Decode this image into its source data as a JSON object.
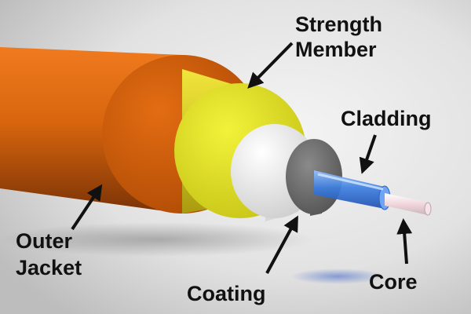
{
  "diagram": {
    "labels": {
      "strength_member_line1": "Strength",
      "strength_member_line2": "Member",
      "cladding": "Cladding",
      "outer_jacket_line1": "Outer",
      "outer_jacket_line2": "Jacket",
      "coating": "Coating",
      "core": "Core"
    },
    "layers": [
      {
        "part": "outer-jacket",
        "color": "#d4620c"
      },
      {
        "part": "strength-member",
        "color": "#e6e626"
      },
      {
        "part": "coating",
        "color": "#ececec"
      },
      {
        "part": "buffer-ring",
        "color": "#6a6a6a"
      },
      {
        "part": "cladding",
        "color": "#3d7fe0"
      },
      {
        "part": "core",
        "color": "#f3d9df"
      }
    ]
  }
}
